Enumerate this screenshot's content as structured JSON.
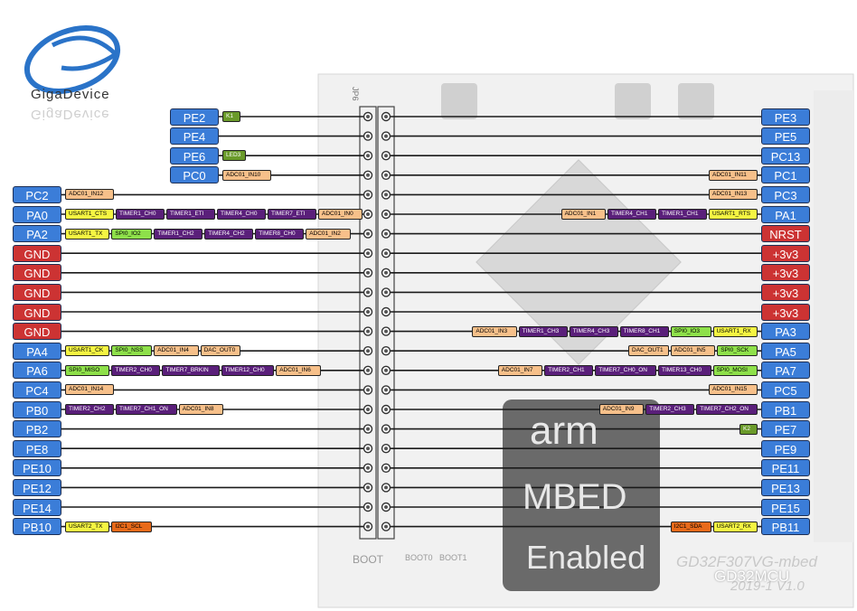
{
  "brand": {
    "name": "GigaDevice"
  },
  "board": {
    "arm_lines": [
      "arm",
      "MBED",
      "Enabled"
    ],
    "model": "GD32F307VG-mbed",
    "version": "2019-1 V1.0",
    "header_label": "JP6",
    "boot_title": "BOOT",
    "boot_cols": [
      "BOOT0",
      "BOOT1"
    ]
  },
  "watermark": "GD32MCU",
  "colors": {
    "gpio": "#3b7dd8",
    "gnd": "#cc3333",
    "power": "#cc3333",
    "adc": "#f7c08a",
    "uart": "#f5f542",
    "timer": "#5a1f7a",
    "spi": "#8ee04a",
    "dac": "#f7c08a",
    "i2c": "#e86a1a",
    "k": "#6a9a2a",
    "wire": "#1a1a1a"
  },
  "left_pins": [
    {
      "label": "PE2",
      "type": "gpio",
      "tags": [
        {
          "t": "K1",
          "c": "k"
        }
      ]
    },
    {
      "label": "PE4",
      "type": "gpio",
      "tags": []
    },
    {
      "label": "PE6",
      "type": "gpio",
      "tags": [
        {
          "t": "LED3",
          "c": "k"
        }
      ]
    },
    {
      "label": "PC0",
      "type": "gpio",
      "tags": [
        {
          "t": "ADC01_IN10",
          "c": "adc"
        }
      ]
    },
    {
      "label": "PC2",
      "type": "gpio",
      "tags": [
        {
          "t": "ADC01_IN12",
          "c": "adc"
        }
      ]
    },
    {
      "label": "PA0",
      "type": "gpio",
      "tags": [
        {
          "t": "USART1_CTS",
          "c": "uart"
        },
        {
          "t": "TIMER1_CH0",
          "c": "timer"
        },
        {
          "t": "TIMER1_ETI",
          "c": "timer"
        },
        {
          "t": "TIMER4_CH0",
          "c": "timer"
        },
        {
          "t": "TIMER7_ETI",
          "c": "timer"
        },
        {
          "t": "ADC01_IN0",
          "c": "adc"
        }
      ]
    },
    {
      "label": "PA2",
      "type": "gpio",
      "tags": [
        {
          "t": "USART1_TX",
          "c": "uart"
        },
        {
          "t": "SPI0_IO2",
          "c": "spi"
        },
        {
          "t": "TIMER1_CH2",
          "c": "timer"
        },
        {
          "t": "TIMER4_CH2",
          "c": "timer"
        },
        {
          "t": "TIMER8_CH0",
          "c": "timer"
        },
        {
          "t": "ADC01_IN2",
          "c": "adc"
        }
      ]
    },
    {
      "label": "GND",
      "type": "gnd",
      "tags": []
    },
    {
      "label": "GND",
      "type": "gnd",
      "tags": []
    },
    {
      "label": "GND",
      "type": "gnd",
      "tags": []
    },
    {
      "label": "GND",
      "type": "gnd",
      "tags": []
    },
    {
      "label": "GND",
      "type": "gnd",
      "tags": []
    },
    {
      "label": "PA4",
      "type": "gpio",
      "tags": [
        {
          "t": "USART1_CK",
          "c": "uart"
        },
        {
          "t": "SPI0_NSS",
          "c": "spi"
        },
        {
          "t": "ADC01_IN4",
          "c": "adc"
        },
        {
          "t": "DAC_OUT0",
          "c": "adc"
        }
      ]
    },
    {
      "label": "PA6",
      "type": "gpio",
      "tags": [
        {
          "t": "SPI0_MISO",
          "c": "spi"
        },
        {
          "t": "TIMER2_CH0",
          "c": "timer"
        },
        {
          "t": "TIMER7_BRKIN",
          "c": "timer"
        },
        {
          "t": "TIMER12_CH0",
          "c": "timer"
        },
        {
          "t": "ADC01_IN6",
          "c": "adc"
        }
      ]
    },
    {
      "label": "PC4",
      "type": "gpio",
      "tags": [
        {
          "t": "ADC01_IN14",
          "c": "adc"
        }
      ]
    },
    {
      "label": "PB0",
      "type": "gpio",
      "tags": [
        {
          "t": "TIMER2_CH2",
          "c": "timer"
        },
        {
          "t": "TIMER7_CH1_ON",
          "c": "timer"
        },
        {
          "t": "ADC01_IN8",
          "c": "adc"
        }
      ]
    },
    {
      "label": "PB2",
      "type": "gpio",
      "tags": []
    },
    {
      "label": "PE8",
      "type": "gpio",
      "tags": []
    },
    {
      "label": "PE10",
      "type": "gpio",
      "tags": []
    },
    {
      "label": "PE12",
      "type": "gpio",
      "tags": []
    },
    {
      "label": "PE14",
      "type": "gpio",
      "tags": []
    },
    {
      "label": "PB10",
      "type": "gpio",
      "tags": [
        {
          "t": "USART2_TX",
          "c": "uart"
        },
        {
          "t": "I2C1_SCL",
          "c": "i2c"
        }
      ]
    }
  ],
  "right_pins": [
    {
      "label": "PE3",
      "type": "gpio",
      "tags": []
    },
    {
      "label": "PE5",
      "type": "gpio",
      "tags": []
    },
    {
      "label": "PC13",
      "type": "gpio",
      "tags": []
    },
    {
      "label": "PC1",
      "type": "gpio",
      "tags": [
        {
          "t": "ADC01_IN11",
          "c": "adc"
        }
      ]
    },
    {
      "label": "PC3",
      "type": "gpio",
      "tags": [
        {
          "t": "ADC01_IN13",
          "c": "adc"
        }
      ]
    },
    {
      "label": "PA1",
      "type": "gpio",
      "tags": [
        {
          "t": "ADC01_IN1",
          "c": "adc"
        },
        {
          "t": "TIMER4_CH1",
          "c": "timer"
        },
        {
          "t": "TIMER1_CH1",
          "c": "timer"
        },
        {
          "t": "USART1_RTS",
          "c": "uart"
        }
      ]
    },
    {
      "label": "NRST",
      "type": "power",
      "tags": []
    },
    {
      "label": "+3v3",
      "type": "power",
      "tags": []
    },
    {
      "label": "+3v3",
      "type": "power",
      "tags": []
    },
    {
      "label": "+3v3",
      "type": "power",
      "tags": []
    },
    {
      "label": "+3v3",
      "type": "power",
      "tags": []
    },
    {
      "label": "PA3",
      "type": "gpio",
      "tags": [
        {
          "t": "ADC01_IN3",
          "c": "adc"
        },
        {
          "t": "TIMER1_CH3",
          "c": "timer"
        },
        {
          "t": "TIMER4_CH3",
          "c": "timer"
        },
        {
          "t": "TIMER8_CH1",
          "c": "timer"
        },
        {
          "t": "SPI0_IO3",
          "c": "spi"
        },
        {
          "t": "USART1_RX",
          "c": "uart"
        }
      ]
    },
    {
      "label": "PA5",
      "type": "gpio",
      "tags": [
        {
          "t": "DAC_OUT1",
          "c": "adc"
        },
        {
          "t": "ADC01_IN5",
          "c": "adc"
        },
        {
          "t": "SPI0_SCK",
          "c": "spi"
        }
      ]
    },
    {
      "label": "PA7",
      "type": "gpio",
      "tags": [
        {
          "t": "ADC01_IN7",
          "c": "adc"
        },
        {
          "t": "TIMER2_CH1",
          "c": "timer"
        },
        {
          "t": "TIMER7_CH0_ON",
          "c": "timer"
        },
        {
          "t": "TIMER13_CH0",
          "c": "timer"
        },
        {
          "t": "SPI0_MOSI",
          "c": "spi"
        }
      ]
    },
    {
      "label": "PC5",
      "type": "gpio",
      "tags": [
        {
          "t": "ADC01_IN15",
          "c": "adc"
        }
      ]
    },
    {
      "label": "PB1",
      "type": "gpio",
      "tags": [
        {
          "t": "ADC01_IN9",
          "c": "adc"
        },
        {
          "t": "TIMER2_CH3",
          "c": "timer"
        },
        {
          "t": "TIMER7_CH2_ON",
          "c": "timer"
        }
      ]
    },
    {
      "label": "PE7",
      "type": "gpio",
      "tags": [
        {
          "t": "K2",
          "c": "k"
        }
      ]
    },
    {
      "label": "PE9",
      "type": "gpio",
      "tags": []
    },
    {
      "label": "PE11",
      "type": "gpio",
      "tags": []
    },
    {
      "label": "PE13",
      "type": "gpio",
      "tags": []
    },
    {
      "label": "PE15",
      "type": "gpio",
      "tags": []
    },
    {
      "label": "PB11",
      "type": "gpio",
      "tags": [
        {
          "t": "I2C1_SDA",
          "c": "i2c"
        },
        {
          "t": "USART2_RX",
          "c": "uart"
        }
      ]
    }
  ]
}
